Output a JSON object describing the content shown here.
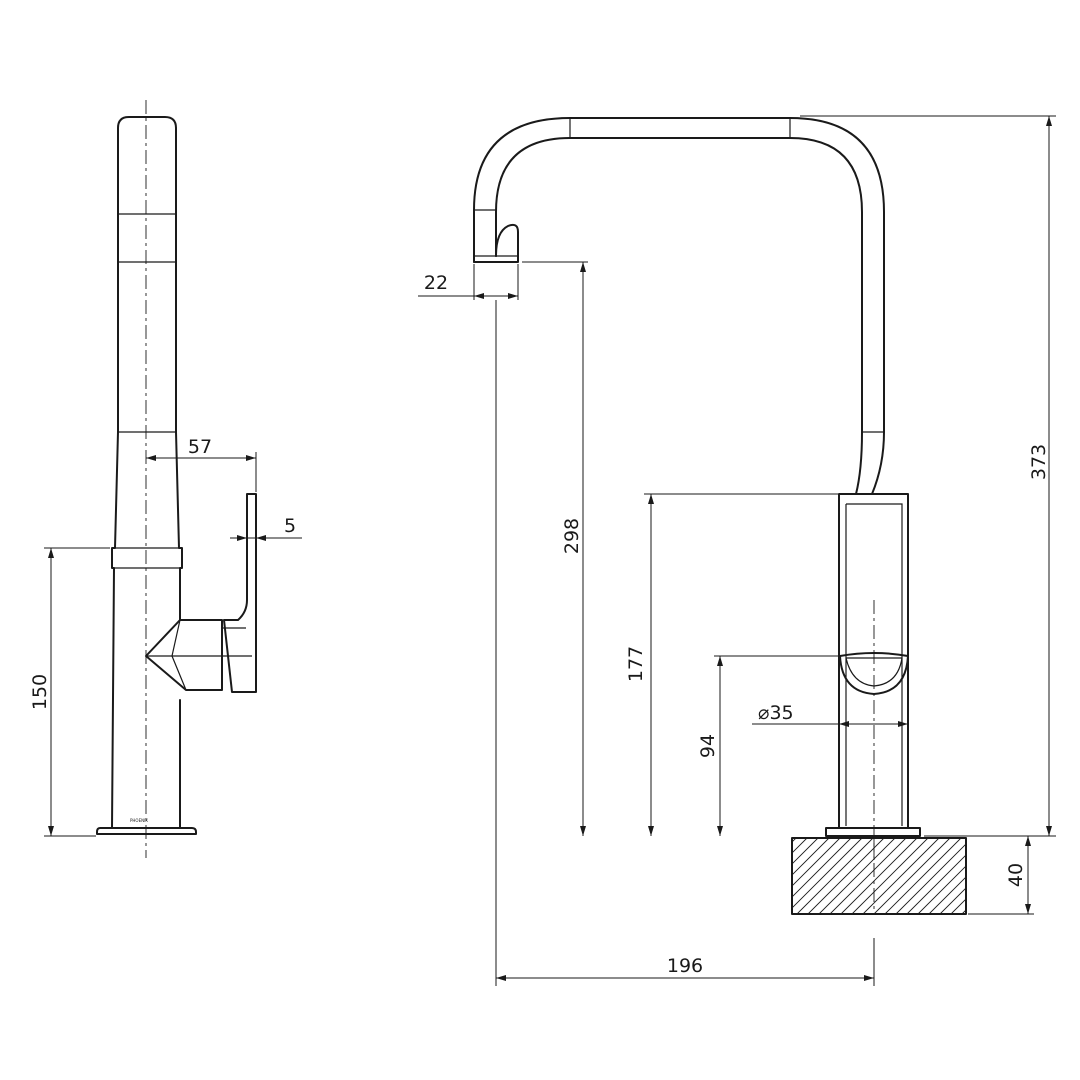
{
  "dimensions": {
    "side_handle_reach": "57",
    "side_lever_thickness": "5",
    "side_body_height": "150",
    "spout_outlet_width": "22",
    "spout_outlet_height": "298",
    "lever_top_height": "177",
    "lever_pivot_height": "94",
    "body_diameter": "35",
    "overall_height": "373",
    "bench_thickness": "40",
    "spout_reach": "196"
  },
  "diameter_symbol": "⌀",
  "brand_mark": "PHOENIX"
}
